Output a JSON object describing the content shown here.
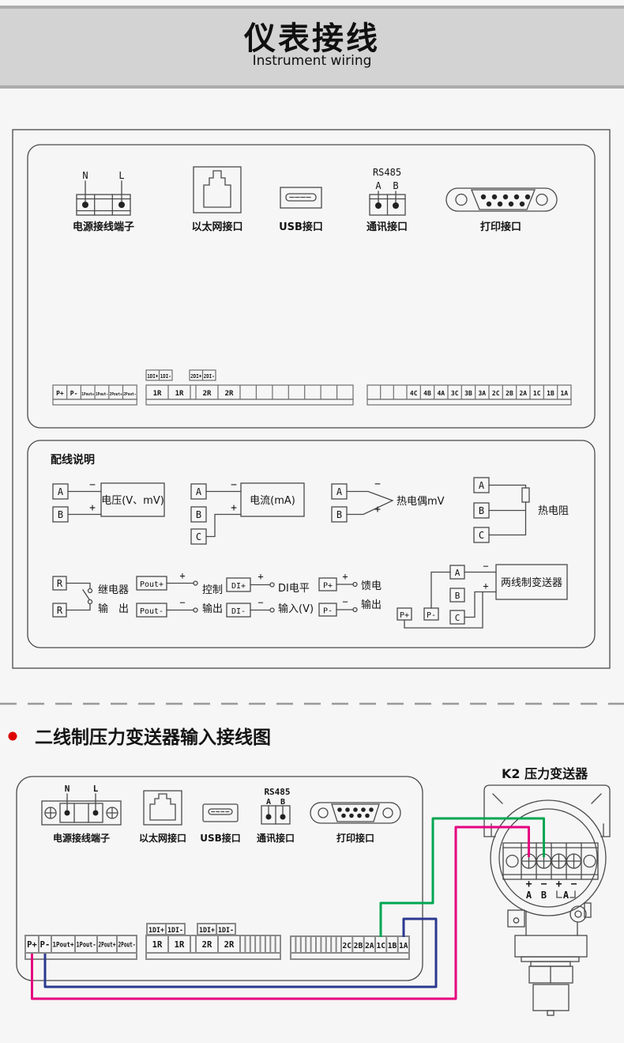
{
  "header": {
    "title": "仪表接线",
    "subtitle": "Instrument wiring"
  },
  "diagram1": {
    "ports": {
      "power": {
        "pin_n": "N",
        "pin_l": "L",
        "label": "电源接线端子"
      },
      "ethernet": {
        "label": "以太网接口"
      },
      "usb": {
        "label": "USB接口"
      },
      "rs485": {
        "title": "RS485",
        "pin_a": "A",
        "pin_b": "B",
        "label": "通讯接口"
      },
      "printer": {
        "label": "打印接口"
      }
    },
    "strip_left": {
      "cells": [
        "P+",
        "P-",
        "1Pout+",
        "1Pout-",
        "2Pout+",
        "2Pout-"
      ]
    },
    "strip_mid": {
      "di_labels": [
        "1DI+",
        "1DI-",
        "2DI+",
        "2DI-"
      ],
      "cells": [
        "1R",
        "1R",
        "2R",
        "2R"
      ]
    },
    "strip_right": {
      "cells": [
        "4C",
        "4B",
        "4A",
        "3C",
        "3B",
        "3A",
        "2C",
        "2B",
        "2A",
        "1C",
        "1B",
        "1A"
      ]
    },
    "wiring": {
      "title": "配线说明",
      "voltage": {
        "a": "A",
        "b": "B",
        "minus": "−",
        "plus": "+",
        "label": "电压(V、mV)"
      },
      "current": {
        "a": "A",
        "b": "B",
        "c": "C",
        "minus": "−",
        "plus": "+",
        "label": "电流(mA)"
      },
      "thermocouple": {
        "a": "A",
        "b": "B",
        "minus": "−",
        "plus": "+",
        "label": "热电偶mV"
      },
      "rtd": {
        "a": "A",
        "b": "B",
        "c": "C",
        "label": "热电阻"
      },
      "relay": {
        "r1": "R",
        "r2": "R",
        "line1": "继电器",
        "line2": "输　出"
      },
      "control": {
        "pout_plus": "Pout+",
        "pout_minus": "Pout-",
        "plus": "+",
        "minus": "−",
        "line1": "控制",
        "line2": "输出"
      },
      "di": {
        "di_plus": "DI+",
        "di_minus": "DI-",
        "plus": "+",
        "minus": "−",
        "line1": "DI电平",
        "line2": "输入(V)"
      },
      "feed": {
        "p_plus": "P+",
        "p_minus": "P-",
        "plus": "+",
        "minus": "−",
        "line1": "馈电",
        "line2": "输出"
      },
      "two_wire": {
        "a": "A",
        "b": "B",
        "c": "C",
        "p_plus": "P+",
        "p_minus": "P-",
        "minus": "−",
        "plus": "+",
        "label": "两线制变送器"
      }
    }
  },
  "section2": {
    "heading": "二线制压力变送器输入接线图",
    "bullet_color": "#dd0000"
  },
  "diagram2": {
    "ports": {
      "power": {
        "pin_n": "N",
        "pin_l": "L",
        "label": "电源接线端子"
      },
      "ethernet": {
        "label": "以太网接口"
      },
      "usb": {
        "label": "USB接口"
      },
      "rs485": {
        "title": "RS485",
        "pin_a": "A",
        "pin_b": "B",
        "label": "通讯接口"
      },
      "printer": {
        "label": "打印接口"
      }
    },
    "strip_left": {
      "cells": [
        "P+",
        "P-",
        "1Pout+",
        "1Pout-",
        "2Pout+",
        "2Pout-"
      ]
    },
    "strip_mid": {
      "di_labels": [
        "1DI+",
        "1DI-",
        "1DI+",
        "1DI-"
      ],
      "cells": [
        "1R",
        "1R",
        "2R",
        "2R"
      ]
    },
    "strip_right": {
      "cells": [
        "2C",
        "2B",
        "2A",
        "1C",
        "1B",
        "1A"
      ]
    },
    "transmitter": {
      "title": "K2 压力变送器",
      "signs": [
        "+",
        "−",
        "+",
        "−"
      ],
      "letters": [
        "A",
        "B",
        "A"
      ]
    },
    "wires": {
      "p_plus_color": "#e4007f",
      "p_minus_color": "#2b3990",
      "signal_color": "#00a551"
    }
  }
}
